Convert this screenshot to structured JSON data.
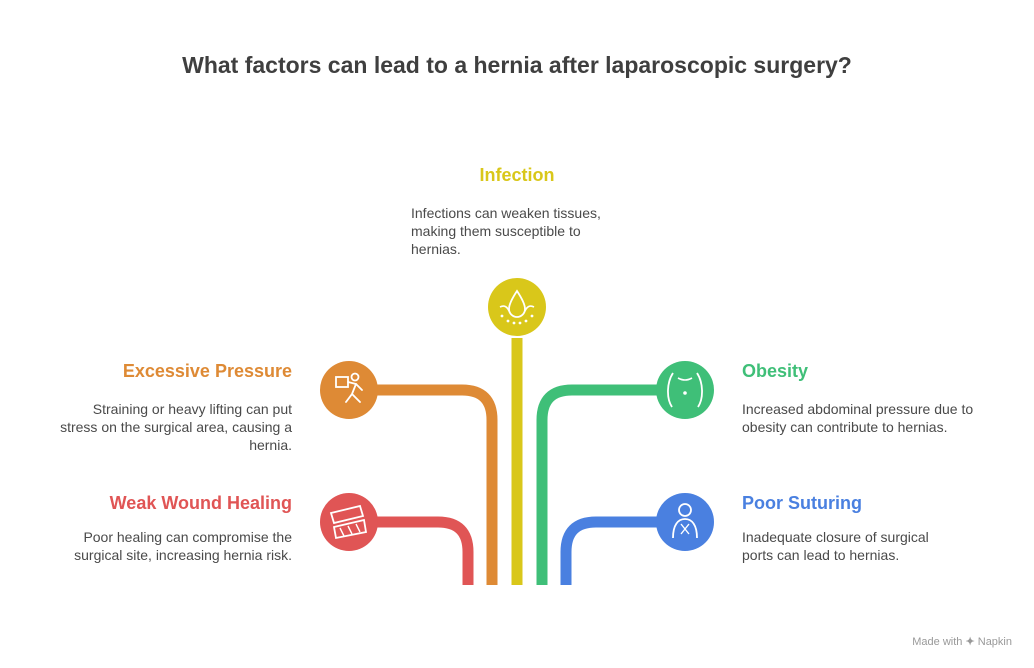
{
  "title": "What factors can lead to a hernia after laparoscopic surgery?",
  "colors": {
    "infection": "#d9c71a",
    "excessive_pressure": "#de8a35",
    "obesity": "#3fbf78",
    "weak_wound_healing": "#e05555",
    "poor_suturing": "#4a80e0"
  },
  "items": {
    "infection": {
      "heading": "Infection",
      "description": "Infections can weaken tissues, making them susceptible to hernias.",
      "icon": "infection-skin-icon"
    },
    "excessive_pressure": {
      "heading": "Excessive Pressure",
      "description": "Straining or heavy lifting can put stress on the surgical area, causing a hernia.",
      "icon": "lifting-box-icon"
    },
    "obesity": {
      "heading": "Obesity",
      "description": "Increased abdominal pressure due to obesity can contribute to hernias.",
      "icon": "abdomen-icon"
    },
    "weak_wound_healing": {
      "heading": "Weak Wound Healing",
      "description": "Poor healing can compromise the surgical site, increasing hernia risk.",
      "icon": "bandage-icon"
    },
    "poor_suturing": {
      "heading": "Poor Suturing",
      "description": "Inadequate closure of surgical ports can lead to hernias.",
      "icon": "patient-icon"
    }
  },
  "footer": {
    "prefix": "Made with",
    "brand": "Napkin"
  }
}
